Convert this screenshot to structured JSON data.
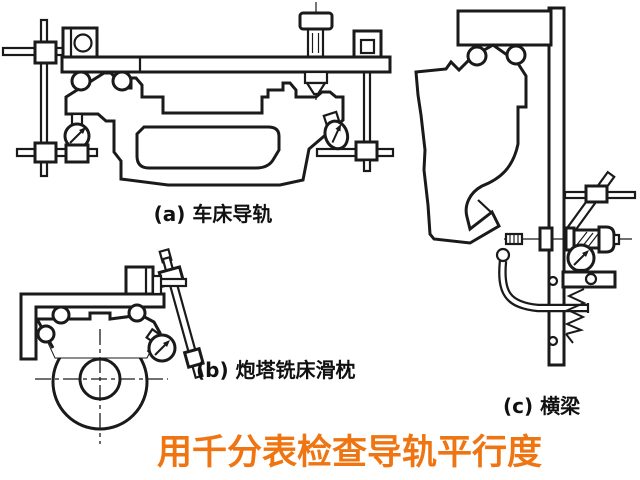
{
  "canvas": {
    "background": "#ffffff",
    "line_color": "#1a1a1a"
  },
  "figures": [
    {
      "tag": "(a)",
      "name": "车床导轨",
      "label": "(a) 车床导轨"
    },
    {
      "tag": "(b)",
      "name": "炮塔铣床滑枕",
      "label": "(b) 炮塔铣床滑枕"
    },
    {
      "tag": "(c)",
      "name": "横梁",
      "label": "(c) 横梁"
    }
  ],
  "caption": {
    "text": "用千分表检查导轨平行度",
    "color": "#ef7512"
  }
}
